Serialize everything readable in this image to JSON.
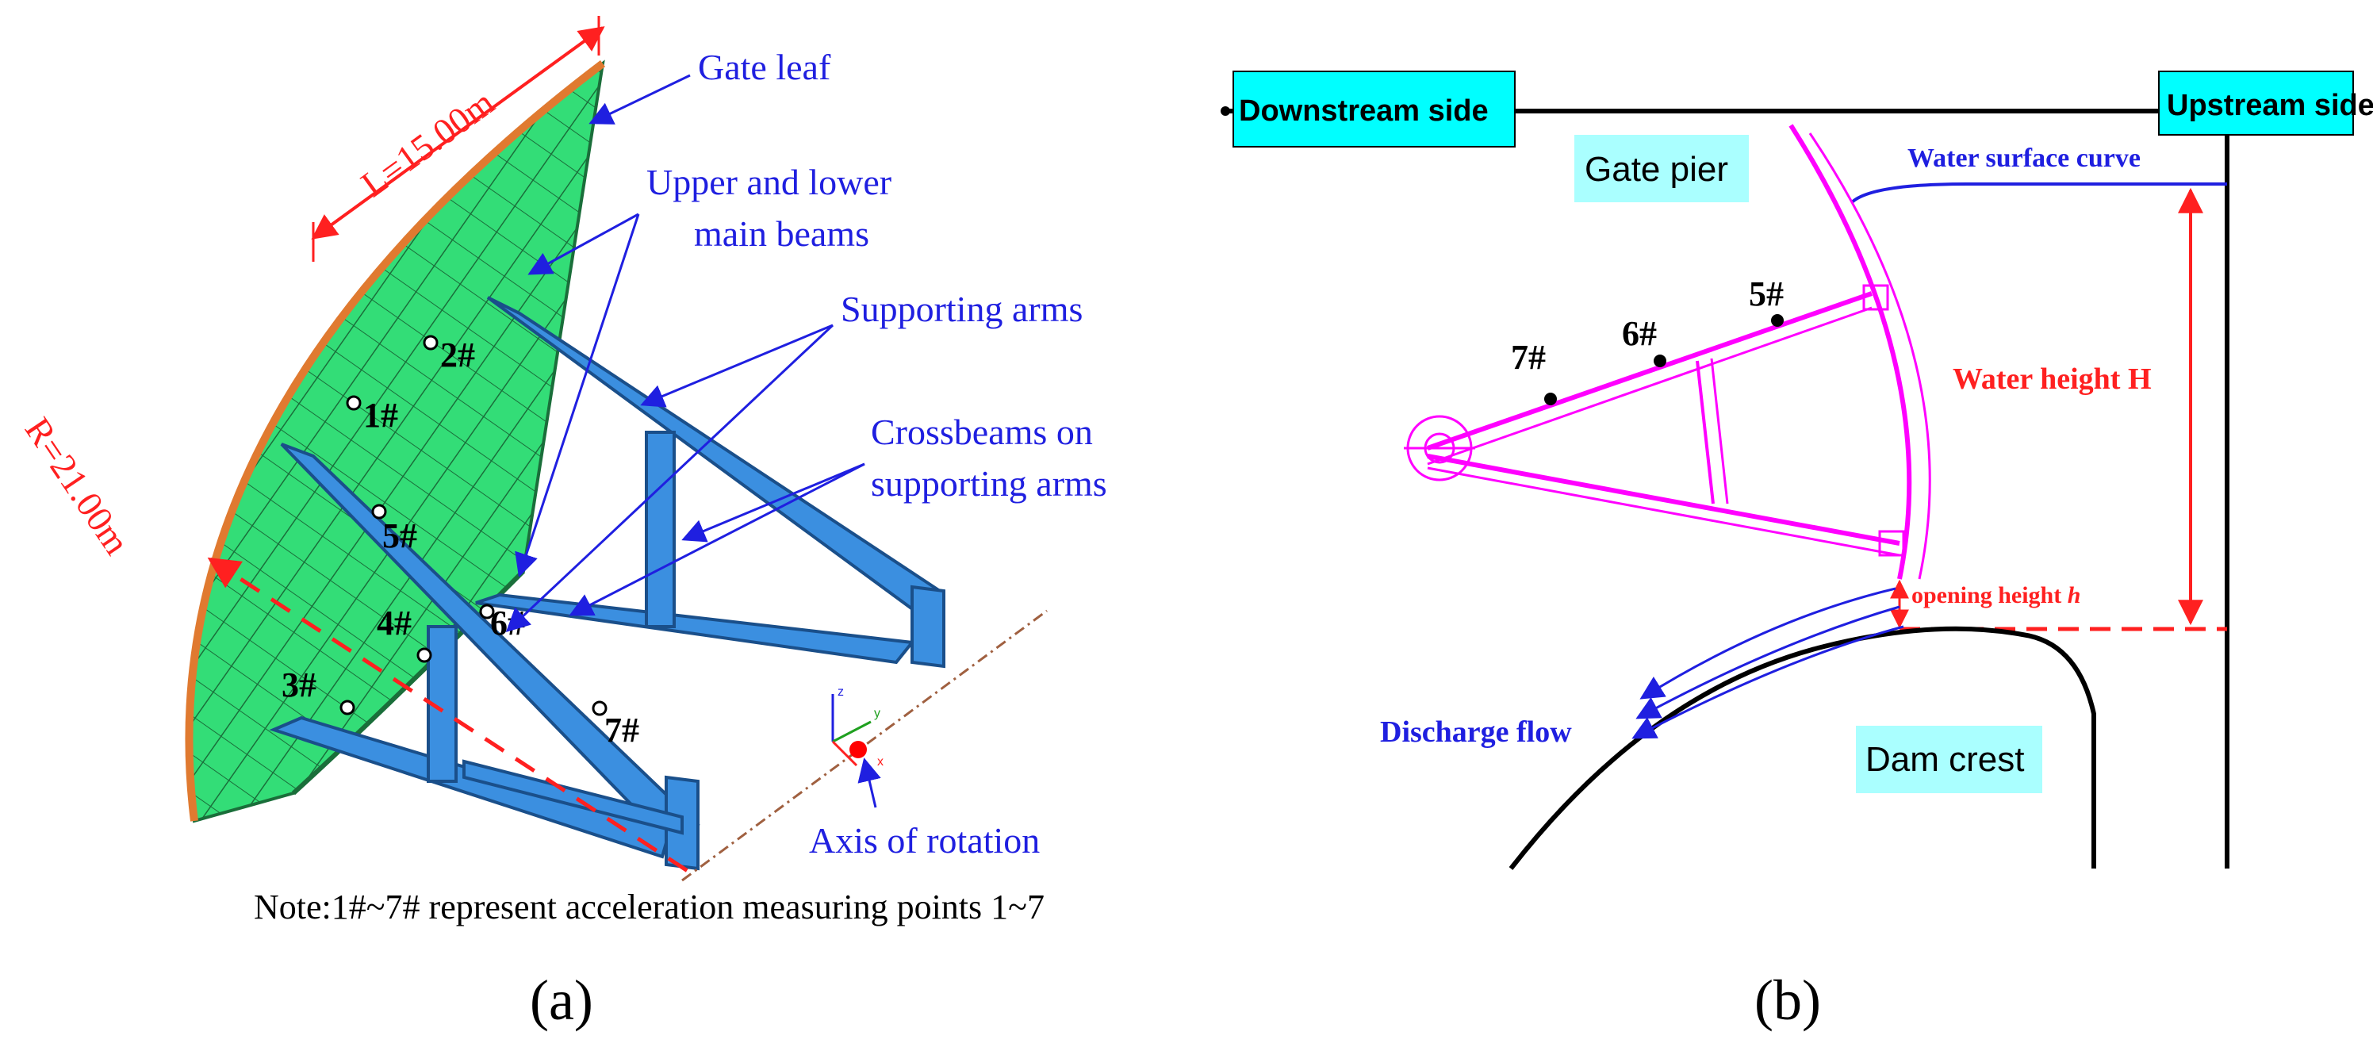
{
  "panel_a": {
    "callouts": {
      "gate_leaf": "Gate leaf",
      "main_beams_line1": "Upper and lower",
      "main_beams_line2": "main beams",
      "supporting_arms": "Supporting arms",
      "crossbeams_line1": "Crossbeams on",
      "crossbeams_line2": "supporting arms",
      "axis_of_rotation": "Axis of rotation"
    },
    "dimensions": {
      "length": "L=15.00m",
      "radius": "R=21.00m"
    },
    "measuring_points": [
      "1#",
      "2#",
      "3#",
      "4#",
      "5#",
      "6#",
      "7#"
    ],
    "note": "Note:1#~7# represent acceleration measuring points 1~7",
    "axis_glyphs": {
      "z": "z",
      "y": "y",
      "x": "x"
    },
    "colors": {
      "gate_leaf": "#33dd77",
      "arms": "#3b8fe0",
      "callout": "#1f1fe0",
      "dimension": "#ff2020"
    }
  },
  "panel_b": {
    "labels": {
      "downstream_side": "Downstream side",
      "upstream_side": "Upstream side",
      "gate_pier": "Gate pier",
      "water_surface_curve": "Water surface curve",
      "water_height": "Water height H",
      "opening_height_prefix": "opening height ",
      "opening_height_symbol": "h",
      "discharge_flow": "Discharge flow",
      "dam_crest": "Dam crest"
    },
    "measuring_points": [
      "5#",
      "6#",
      "7#"
    ],
    "colors": {
      "label_box": "#00ffff",
      "gate": "#ff00ff",
      "water": "#1f1fe0",
      "dimension": "#ff2020"
    }
  },
  "captions": {
    "a": "(a)",
    "b": "(b)"
  }
}
